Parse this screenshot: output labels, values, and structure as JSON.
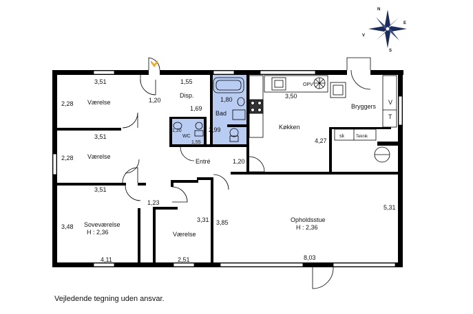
{
  "colors": {
    "wall": "#000000",
    "wet_room": "#b9cdf2",
    "window": "#ffffff",
    "entrance_marker": "#f2a91b"
  },
  "compass": {
    "north": "N",
    "east": "E",
    "south": "S",
    "west": "V"
  },
  "rooms": {
    "vaerelse_1": {
      "label": "Værelse",
      "width": "3,51",
      "depth": "2,28"
    },
    "vaerelse_2": {
      "label": "Værelse",
      "width": "3,51",
      "depth": "2,28"
    },
    "sovevaerelse": {
      "label": "Soveværelse",
      "height": "H : 2,36",
      "width_top": "3,51",
      "width_bottom": "4,11",
      "depth": "3,48"
    },
    "vaerelse_3": {
      "label": "Værelse",
      "depth": "3,31",
      "width": "2,51"
    },
    "disp": {
      "label": "Disp.",
      "width": "1,55",
      "depth": "1,69"
    },
    "bad": {
      "label": "Bad",
      "width": "1,80",
      "depth": "2,99"
    },
    "wc": {
      "label": "WC",
      "width": "1,20",
      "depth": "1,55"
    },
    "entre": {
      "label": "Entré",
      "dim_top": "1,20",
      "dim_right": "1,20",
      "dim_bottom": "1,23"
    },
    "koekken": {
      "label": "Køkken",
      "width": "3,50",
      "depth": "4,27"
    },
    "bryggers": {
      "label": "Bryggers",
      "cabinet_v": "V",
      "cabinet_t": "T",
      "sk": "sk",
      "teknik": "Teknik"
    },
    "opholdsstue": {
      "label": "Opholdsstue",
      "height": "H : 2,36",
      "width": "8,03",
      "depth": "5,31",
      "depth_left": "3,85"
    }
  },
  "kitchen_opv": "OPV",
  "disclaimer": "Vejledende tegning uden ansvar."
}
